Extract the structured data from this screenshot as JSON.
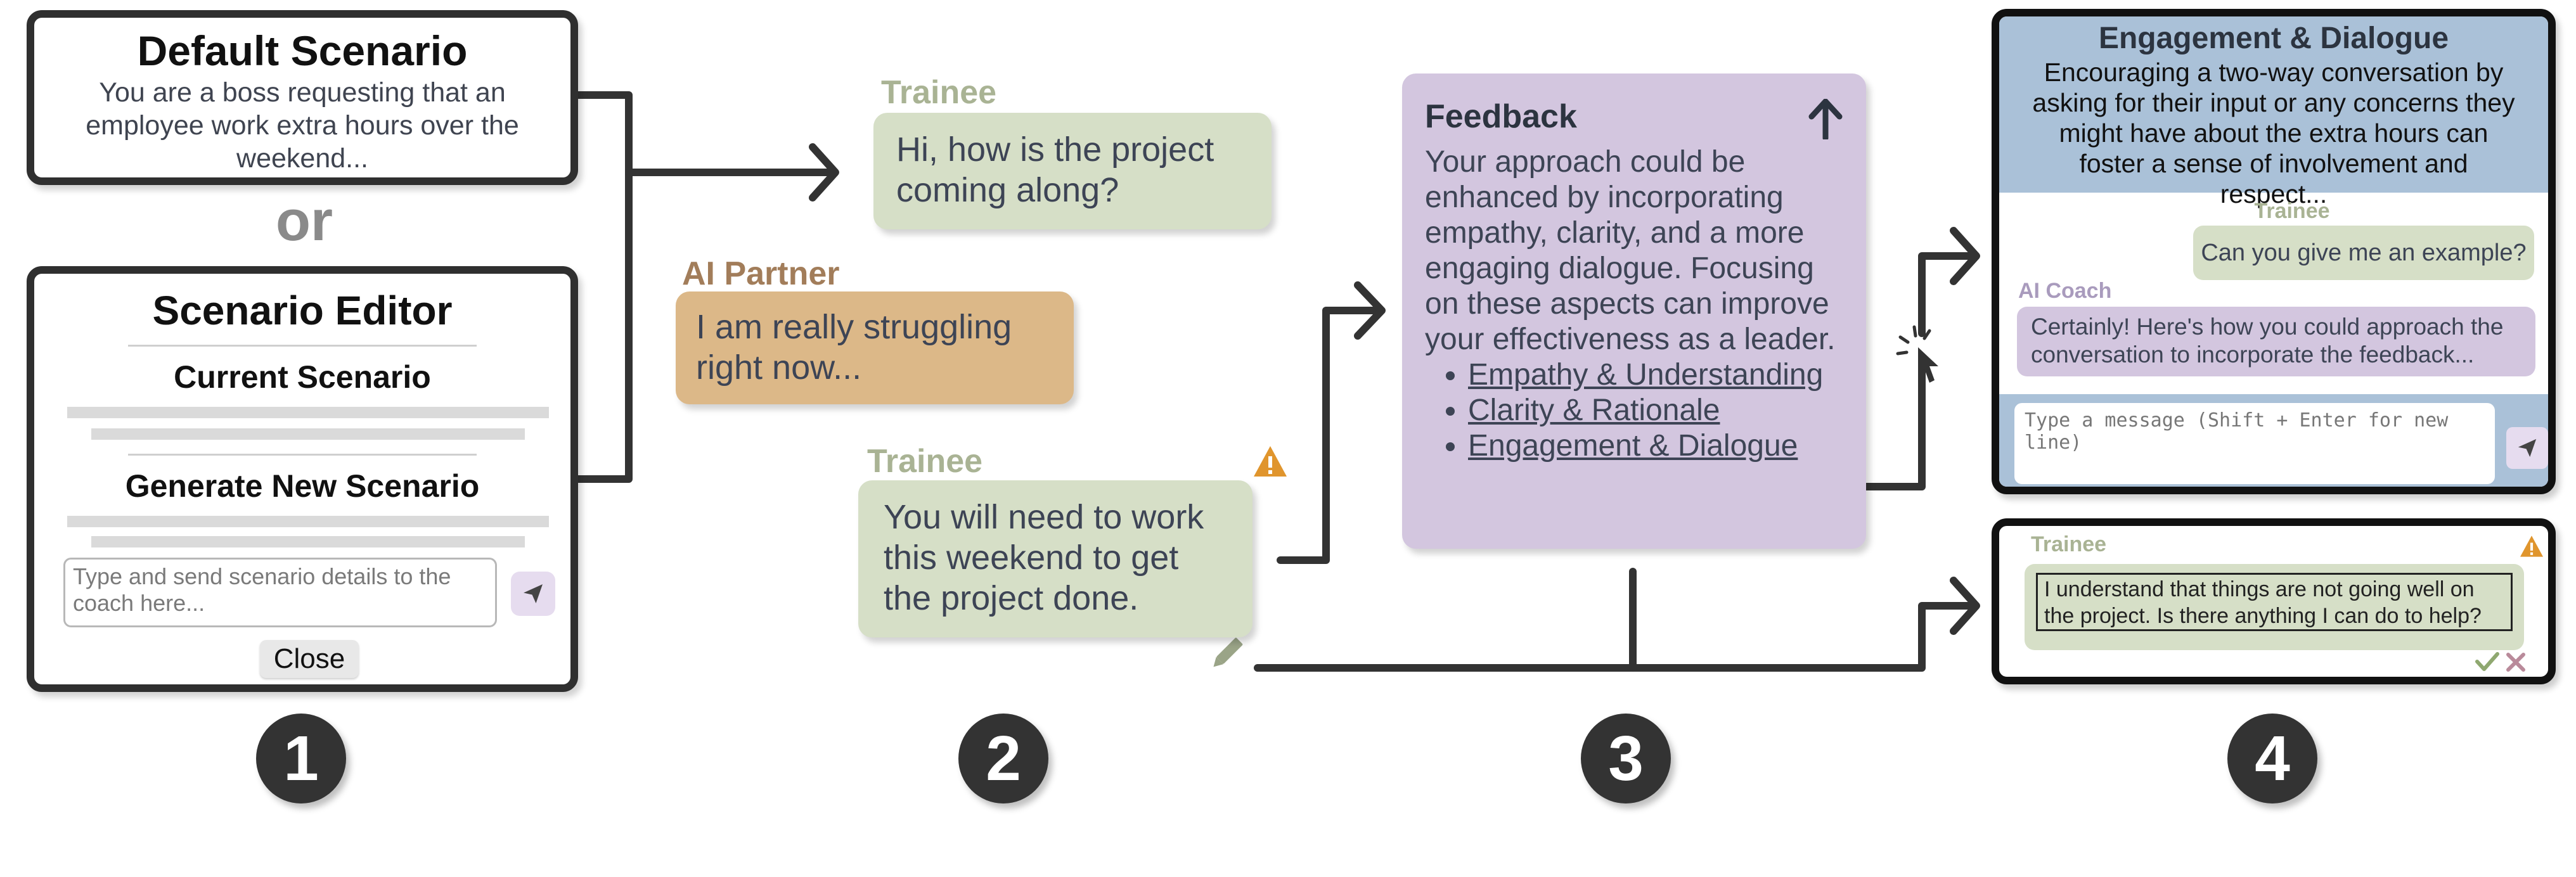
{
  "panel1": {
    "default_title": "Default Scenario",
    "default_text": "You are a boss requesting that an employee work extra hours over the weekend...",
    "or_label": "or",
    "editor_title": "Scenario Editor",
    "current_label": "Current Scenario",
    "generate_label": "Generate New Scenario",
    "input_placeholder": "Type and send scenario details to the coach here...",
    "close_label": "Close"
  },
  "panel2": {
    "trainee_label_1": "Trainee",
    "trainee_msg_1": "Hi, how is the project coming along?",
    "partner_label": "AI Partner",
    "partner_msg": "I am really struggling right now...",
    "trainee_label_2": "Trainee",
    "trainee_msg_2": "You will need to work this weekend to get the project done."
  },
  "panel3": {
    "title": "Feedback",
    "body": "Your approach could be enhanced by incorporating empathy, clarity, and a more engaging dialogue. Focusing on these aspects can improve your effectiveness as a leader.",
    "items": [
      "Empathy & Understanding",
      "Clarity & Rationale",
      "Engagement & Dialogue"
    ]
  },
  "panel4": {
    "coach_title": "Engagement & Dialogue",
    "coach_text": "Encouraging a two-way conversation by asking for their input or any concerns they might have about the extra hours can foster a sense of involvement and respect...",
    "trainee_label": "Trainee",
    "trainee_msg": "Can you give me an example?",
    "coach_label": "AI Coach",
    "coach_msg": "Certainly! Here's how you could approach the conversation to incorporate the feedback...",
    "input_placeholder": "Type a message (Shift + Enter for new line)",
    "edit_label": "Trainee",
    "edit_text": "I understand that things are not going well on the project. Is there anything I can do to help?"
  },
  "steps": [
    "1",
    "2",
    "3",
    "4"
  ],
  "colors": {
    "trainee_green": "#d6dfc7",
    "partner_orange": "#dcb888",
    "feedback_purple": "#d3c6df",
    "coach_blue": "#aac1d8",
    "warning_orange": "#e0952d"
  }
}
